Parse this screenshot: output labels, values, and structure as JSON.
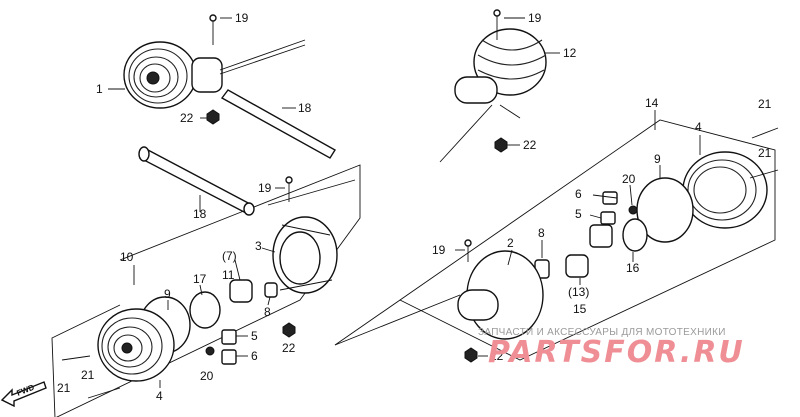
{
  "labels": {
    "l1": "1",
    "l19a": "19",
    "l18a": "18",
    "l22a": "22",
    "l19b": "19",
    "l12": "12",
    "l22b": "22",
    "l14": "14",
    "l21a": "21",
    "l4a": "4",
    "l21b": "21",
    "l18b": "18",
    "l19c": "19",
    "l10": "10",
    "l3": "3",
    "l7": "(7)",
    "l17": "17",
    "l11": "11",
    "l9a": "9",
    "l8a": "8",
    "l5a": "5",
    "l22c": "22",
    "l6a": "6",
    "l20a": "20",
    "l21c": "21",
    "l21d": "21",
    "l4b": "4",
    "l9b": "9",
    "l6b": "6",
    "l20b": "20",
    "l5b": "5",
    "l8b": "8",
    "l2": "2",
    "l19d": "19",
    "l16": "16",
    "l13": "(13)",
    "l15": "15",
    "l22d": "22"
  },
  "fwd_label": "FWD",
  "watermark": {
    "caption": "ЗАПЧАСТИ И АКСЕССУАРЫ ДЛЯ МОТОТЕХНИКИ",
    "brand": "PARTSFOR.RU"
  }
}
